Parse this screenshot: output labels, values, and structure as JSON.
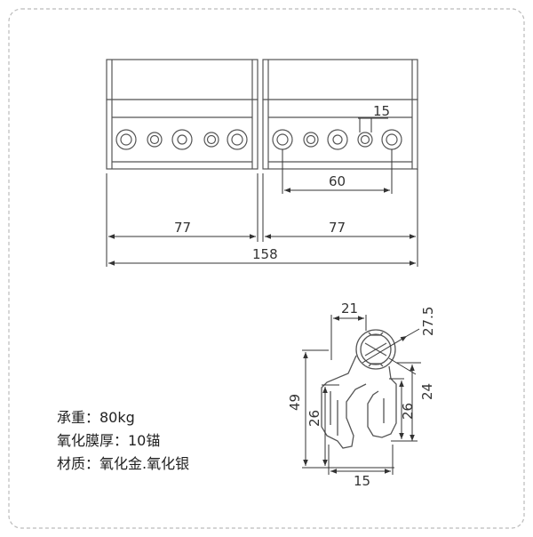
{
  "front_view": {
    "dims": {
      "hole_diameter": "15",
      "hole_spacing": "60",
      "leaf_left_width": "77",
      "leaf_right_width": "77",
      "total_width": "158"
    }
  },
  "side_view": {
    "dims": {
      "knuckle_width": "21",
      "knuckle_diameter": "27.5",
      "total_height": "49",
      "left_height": "26",
      "right_height": "26",
      "right_offset": "24",
      "bottom_width": "15"
    }
  },
  "specs": [
    "承重：80kg",
    "氧化膜厚：10锚",
    "材质：氧化金.氧化银"
  ],
  "colors": {
    "line": "#555555",
    "dim_line": "#333333",
    "frame": "#bbbbbb"
  }
}
